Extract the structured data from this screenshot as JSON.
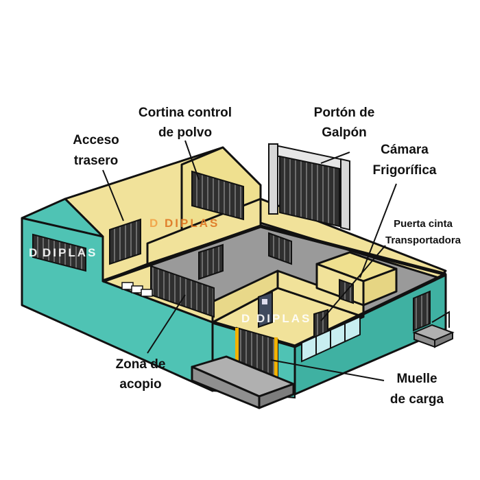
{
  "labels": {
    "acceso_trasero": [
      "Acceso",
      "trasero"
    ],
    "cortina_polvo": [
      "Cortina control",
      "de polvo"
    ],
    "porton_galpon": [
      "Portón de",
      "Galpón"
    ],
    "camara_frigorifica": [
      "Cámara",
      "Frigorífica"
    ],
    "puerta_cinta": [
      "Puerta cinta",
      "Transportadora"
    ],
    "zona_acopio": [
      "Zona  de",
      "acopio"
    ],
    "muelle_carga": [
      "Muelle",
      "de carga"
    ]
  },
  "watermark": {
    "brand": "DIPLAS",
    "color": "#f2a54a"
  },
  "colors": {
    "wall_exterior": "#4fc3b4",
    "wall_exterior_dark": "#3aa898",
    "wall_interior": "#f1e29a",
    "floor": "#9a9a9a",
    "curtain": "#2f2f2f",
    "outline": "#111111",
    "platform": "#a8a8a8"
  }
}
